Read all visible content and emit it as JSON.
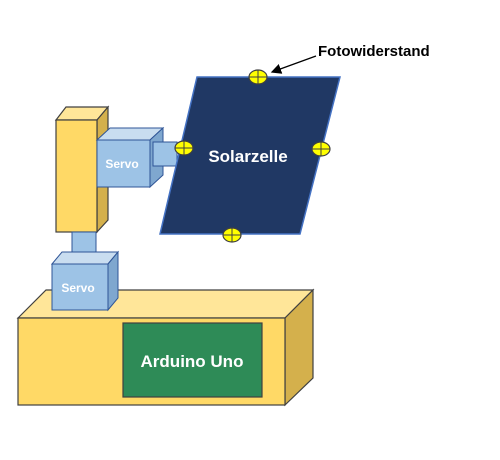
{
  "diagram": {
    "labels": {
      "photoresistor": "Fotowiderstand",
      "solar_cell": "Solarzelle",
      "servo_top": "Servo",
      "servo_bottom": "Servo",
      "board": "Arduino Uno"
    },
    "colors": {
      "base_front": "#FFD966",
      "base_top": "#FFE699",
      "base_side": "#D4B04C",
      "outline": "#404040",
      "servo_front": "#9DC3E6",
      "servo_top": "#C9DDF0",
      "servo_side": "#7FA7CF",
      "servo_outline": "#2F5597",
      "solar_panel": "#203864",
      "solar_edge": "#4472C4",
      "board": "#2E8B57",
      "sensor": "#FFFF00",
      "text_light": "#FFFFFF",
      "text_dark": "#000000"
    }
  }
}
